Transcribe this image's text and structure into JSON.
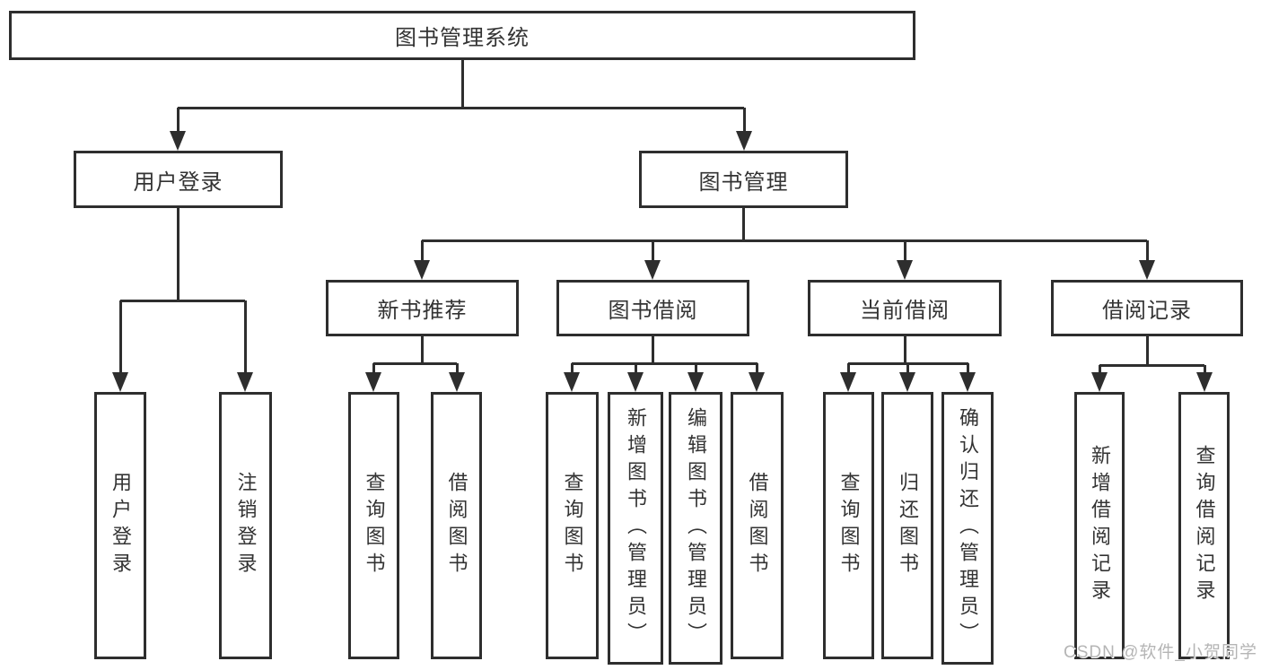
{
  "page": {
    "background": "#ffffff"
  },
  "colors": {
    "line": "#2e2e2e",
    "box_border": "#2e2e2e",
    "box_background": "#ffffff",
    "text": "#333333",
    "watermark": "#b5b5b5"
  },
  "watermark": {
    "text": "CSDN @软件_小贺同学"
  },
  "diagram": {
    "type": "tree",
    "title": "图书管理系统",
    "nodes": [
      {
        "id": "root",
        "label": "图书管理系统",
        "level": 0,
        "children": [
          "user-login",
          "book-management"
        ]
      },
      {
        "id": "user-login",
        "label": "用户登录",
        "level": 1,
        "children": [
          "leaf-user-login",
          "leaf-logout"
        ]
      },
      {
        "id": "book-management",
        "label": "图书管理",
        "level": 1,
        "children": [
          "new-book-recommend",
          "book-borrowing",
          "current-borrowing",
          "borrowing-records"
        ]
      },
      {
        "id": "new-book-recommend",
        "label": "新书推荐",
        "level": 2,
        "children": [
          "leaf-query-books-1",
          "leaf-borrow-books-1"
        ]
      },
      {
        "id": "book-borrowing",
        "label": "图书借阅",
        "level": 2,
        "children": [
          "leaf-query-books-2",
          "leaf-add-book-admin",
          "leaf-edit-book-admin",
          "leaf-borrow-books-2"
        ]
      },
      {
        "id": "current-borrowing",
        "label": "当前借阅",
        "level": 2,
        "children": [
          "leaf-query-books-3",
          "leaf-return-book",
          "leaf-confirm-return-admin"
        ]
      },
      {
        "id": "borrowing-records",
        "label": "借阅记录",
        "level": 2,
        "children": [
          "leaf-add-borrow-record",
          "leaf-query-borrow-record"
        ]
      },
      {
        "id": "leaf-user-login",
        "label": "用户登录",
        "level": 3,
        "children": []
      },
      {
        "id": "leaf-logout",
        "label": "注销登录",
        "level": 3,
        "children": []
      },
      {
        "id": "leaf-query-books-1",
        "label": "查询图书",
        "level": 3,
        "children": []
      },
      {
        "id": "leaf-borrow-books-1",
        "label": "借阅图书",
        "level": 3,
        "children": []
      },
      {
        "id": "leaf-query-books-2",
        "label": "查询图书",
        "level": 3,
        "children": []
      },
      {
        "id": "leaf-add-book-admin",
        "label": "新增图书（管理员）",
        "level": 3,
        "children": []
      },
      {
        "id": "leaf-edit-book-admin",
        "label": "编辑图书（管理员）",
        "level": 3,
        "children": []
      },
      {
        "id": "leaf-borrow-books-2",
        "label": "借阅图书",
        "level": 3,
        "children": []
      },
      {
        "id": "leaf-query-books-3",
        "label": "查询图书",
        "level": 3,
        "children": []
      },
      {
        "id": "leaf-return-book",
        "label": "归还图书",
        "level": 3,
        "children": []
      },
      {
        "id": "leaf-confirm-return-admin",
        "label": "确认归还（管理员）",
        "level": 3,
        "children": []
      },
      {
        "id": "leaf-add-borrow-record",
        "label": "新增借阅记录",
        "level": 3,
        "children": []
      },
      {
        "id": "leaf-query-borrow-record",
        "label": "查询借阅记录",
        "level": 3,
        "children": []
      }
    ]
  }
}
